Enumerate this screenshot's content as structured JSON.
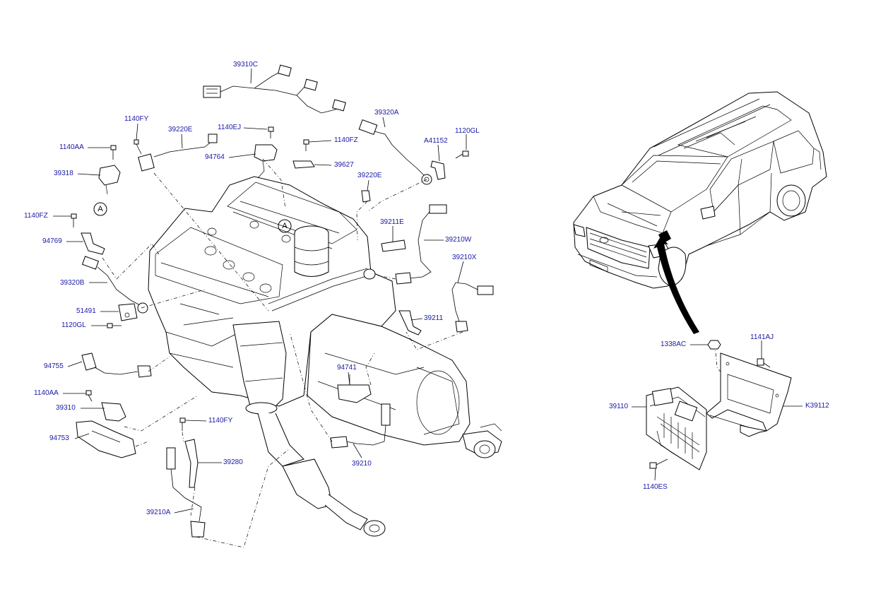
{
  "callout_marker": "A",
  "parts": [
    {
      "id": "39310C"
    },
    {
      "id": "1140FY"
    },
    {
      "id": "39220E"
    },
    {
      "id": "1140EJ"
    },
    {
      "id": "39320A"
    },
    {
      "id": "1120GL"
    },
    {
      "id": "1140AA"
    },
    {
      "id": "94764"
    },
    {
      "id": "1140FZ"
    },
    {
      "id": "A41152"
    },
    {
      "id": "39318"
    },
    {
      "id": "39627"
    },
    {
      "id": "39220E"
    },
    {
      "id": "1140FZ"
    },
    {
      "id": "39211E"
    },
    {
      "id": "94769"
    },
    {
      "id": "39210W"
    },
    {
      "id": "39210X"
    },
    {
      "id": "39320B"
    },
    {
      "id": "51491"
    },
    {
      "id": "39211"
    },
    {
      "id": "1120GL"
    },
    {
      "id": "94755"
    },
    {
      "id": "94741"
    },
    {
      "id": "1140AA"
    },
    {
      "id": "39310"
    },
    {
      "id": "1140FY"
    },
    {
      "id": "94753"
    },
    {
      "id": "39280"
    },
    {
      "id": "39210"
    },
    {
      "id": "39210A"
    },
    {
      "id": "1338AC"
    },
    {
      "id": "1141AJ"
    },
    {
      "id": "39110"
    },
    {
      "id": "K39112"
    },
    {
      "id": "1140ES"
    }
  ],
  "colors": {
    "label": "#1a1aa6",
    "line": "#000000",
    "background": "#ffffff"
  }
}
